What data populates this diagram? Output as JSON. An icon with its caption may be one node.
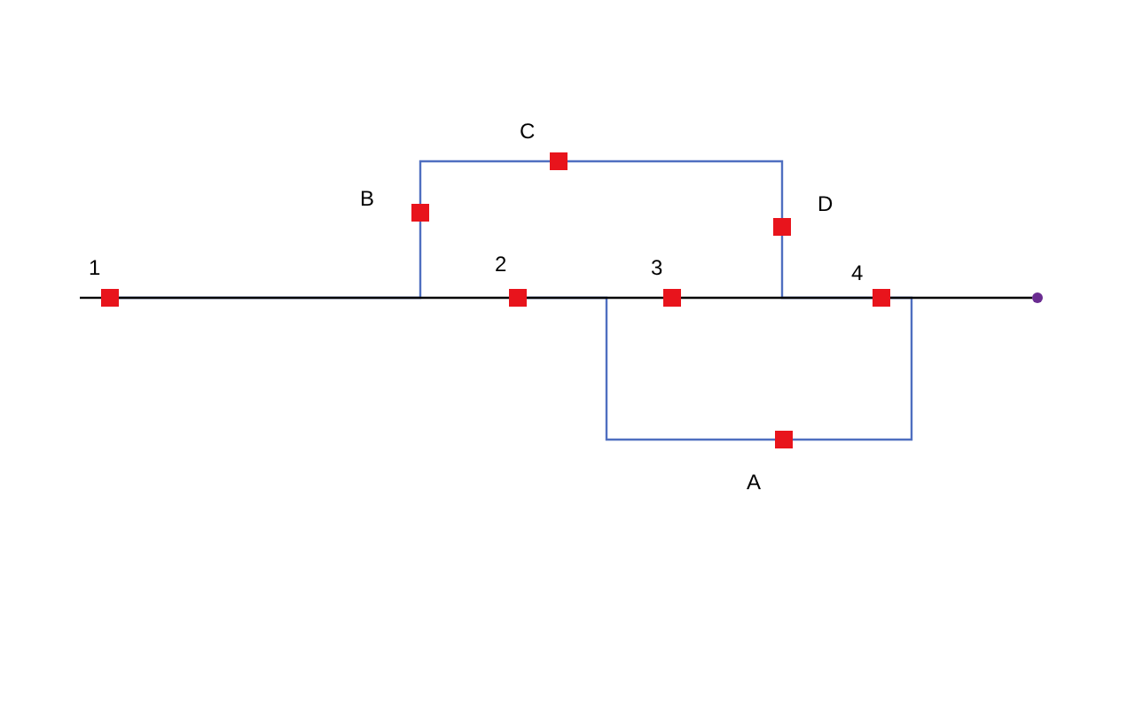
{
  "diagram": {
    "nodes": [
      {
        "text": [],
        "shape": "box",
        "beside": [
          "1"
        ]
      },
      {
        "text": [],
        "shape": "box",
        "beside": [
          "2"
        ]
      },
      {
        "text": [],
        "shape": "box",
        "beside": [
          "3"
        ]
      },
      {
        "text": [],
        "shape": "box",
        "beside": [
          "4"
        ]
      },
      {
        "text": [],
        "shape": "circle"
      },
      {
        "text": [],
        "shape": "box",
        "beside": [
          "B"
        ]
      },
      {
        "text": [],
        "shape": "box",
        "beside": [
          "C"
        ]
      },
      {
        "text": [],
        "shape": "box",
        "beside": [
          "D"
        ]
      },
      {
        "text": [],
        "shape": "box",
        "beside": [
          "A"
        ]
      }
    ],
    "edges": [
      {
        "from": null,
        "to": 0,
        "arrow": "none",
        "color": "#000000"
      },
      {
        "from": 0,
        "to": 1,
        "arrow": "none",
        "color": "#000000"
      },
      {
        "from": 1,
        "to": 2,
        "arrow": "none",
        "color": "#000000"
      },
      {
        "from": 2,
        "to": 3,
        "arrow": "none",
        "color": "#000000"
      },
      {
        "from": 3,
        "to": 4,
        "arrow": "none",
        "color": "#000000"
      },
      {
        "from": 0,
        "to": 5,
        "arrow": "none"
      },
      {
        "from": 5,
        "to": 6,
        "arrow": "none"
      },
      {
        "from": 6,
        "to": 7,
        "arrow": "none"
      },
      {
        "from": 7,
        "to": 3,
        "arrow": "none"
      },
      {
        "from": 1,
        "to": 8,
        "arrow": "none"
      },
      {
        "from": 8,
        "to": 3,
        "arrow": "none"
      }
    ]
  }
}
